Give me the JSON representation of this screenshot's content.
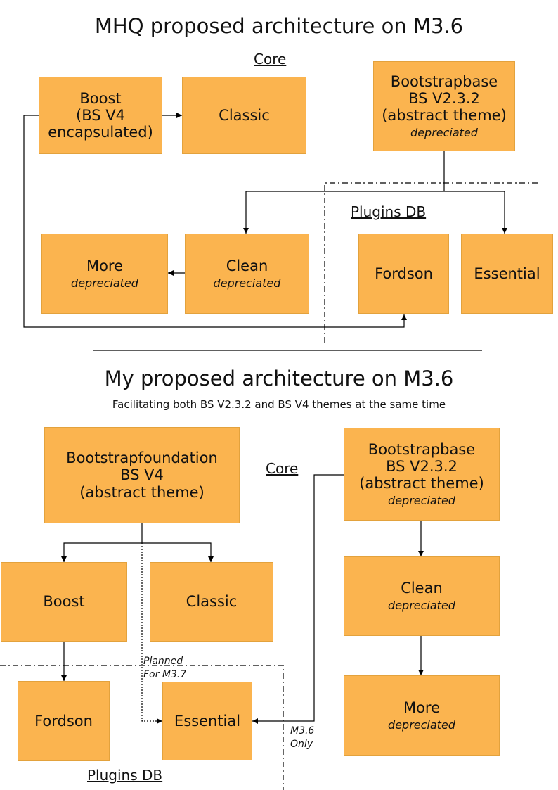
{
  "top": {
    "title": "MHQ proposed architecture on M3.6",
    "core_label": "Core",
    "plugins_label": "Plugins DB",
    "boxes": {
      "boost": {
        "line1": "Boost",
        "line2": "(BS V4",
        "line3": "encapsulated)"
      },
      "classic": {
        "main": "Classic"
      },
      "bootstrapbase": {
        "line1": "Bootstrapbase",
        "line2": "BS V2.3.2",
        "line3": "(abstract theme)",
        "sub": "depreciated"
      },
      "more": {
        "main": "More",
        "sub": "depreciated"
      },
      "clean": {
        "main": "Clean",
        "sub": "depreciated"
      },
      "fordson": {
        "main": "Fordson"
      },
      "essential": {
        "main": "Essential"
      }
    }
  },
  "bottom": {
    "title": "My proposed architecture on M3.6",
    "subtitle": "Facilitating both BS V2.3.2 and BS V4 themes at the same time",
    "core_label": "Core",
    "plugins_label": "Plugins DB",
    "boxes": {
      "bootstrapfoundation": {
        "line1": "Bootstrapfoundation",
        "line2": "BS V4",
        "line3": "(abstract theme)"
      },
      "bootstrapbase": {
        "line1": "Bootstrapbase",
        "line2": "BS V2.3.2",
        "line3": "(abstract theme)",
        "sub": "depreciated"
      },
      "boost": {
        "main": "Boost"
      },
      "classic": {
        "main": "Classic"
      },
      "clean": {
        "main": "Clean",
        "sub": "depreciated"
      },
      "fordson": {
        "main": "Fordson"
      },
      "essential": {
        "main": "Essential"
      },
      "more": {
        "main": "More",
        "sub": "depreciated"
      }
    },
    "notes": {
      "planned_line1": "Planned",
      "planned_line2": "For M3.7",
      "m36_line1": "M3.6",
      "m36_line2": "Only"
    }
  },
  "colors": {
    "box_fill": "#FBB44F",
    "box_border": "#E3A23D",
    "line": "#000000"
  }
}
